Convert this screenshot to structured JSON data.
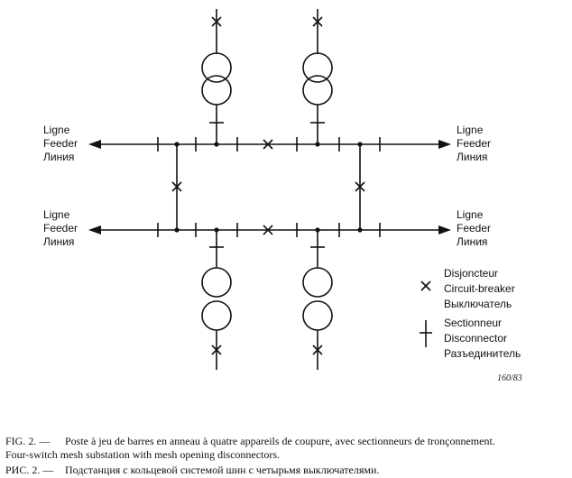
{
  "feeder_labels": {
    "top_left": [
      "Ligne",
      "Feeder",
      "Линия"
    ],
    "top_right": [
      "Ligne",
      "Feeder",
      "Линия"
    ],
    "bottom_left": [
      "Ligne",
      "Feeder",
      "Линия"
    ],
    "bottom_right": [
      "Ligne",
      "Feeder",
      "Линия"
    ]
  },
  "legend": {
    "breaker": [
      "Disjoncteur",
      "Circuit-breaker",
      "Выключатель"
    ],
    "disconnector": [
      "Sectionneur",
      "Disconnector",
      "Разъединитель"
    ]
  },
  "reference": "160/83",
  "caption": {
    "fig_number": "FIG. 2. —",
    "line1": "Poste à jeu de barres en anneau à quatre appareils de coupure, avec sectionneurs de tronçonnement.",
    "line2": "Four-switch mesh substation with mesh opening disconnectors.",
    "ris_number": "РИС. 2. —",
    "line3": "Подстанция с кольцевой системой шин с четырьмя выключателями."
  },
  "colors": {
    "ink": "#111111",
    "background": "#ffffff"
  }
}
